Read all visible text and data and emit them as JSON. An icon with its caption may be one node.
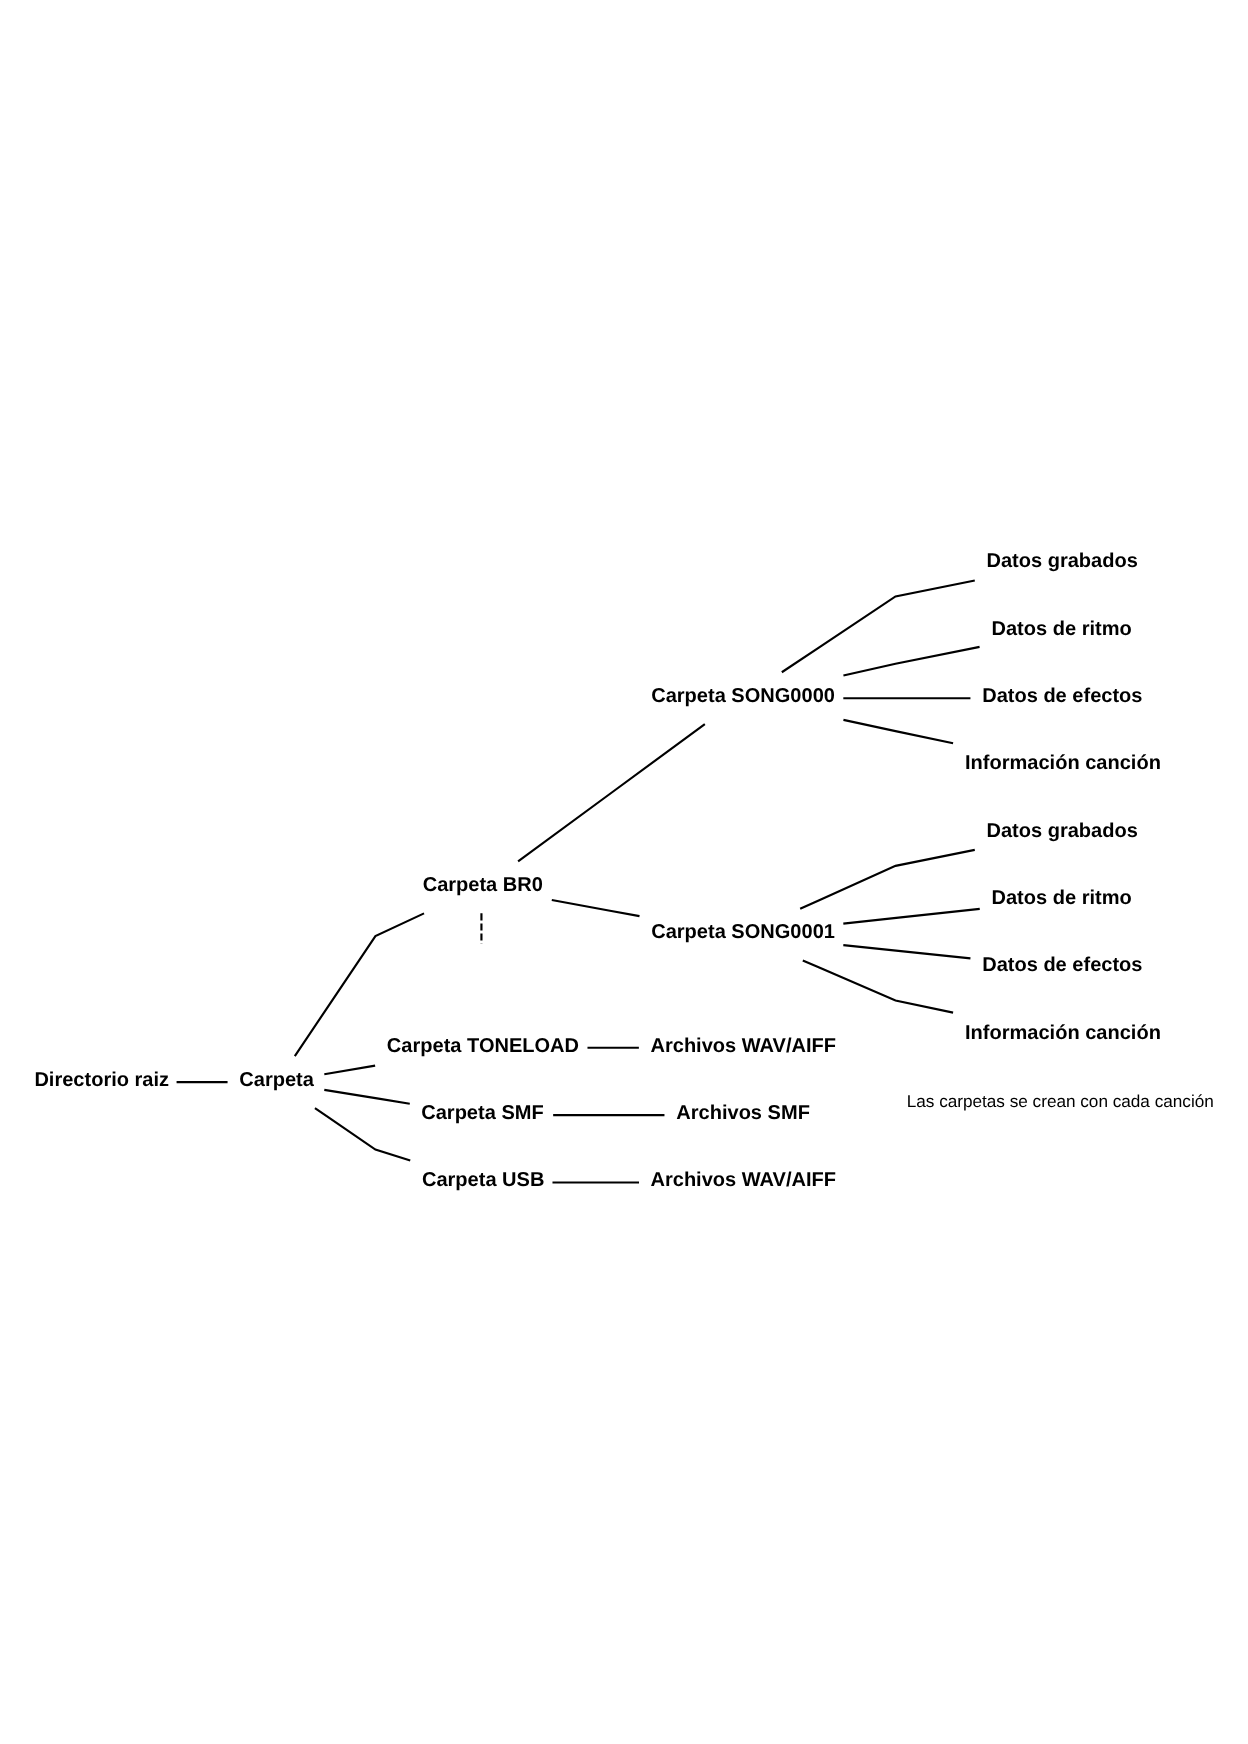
{
  "diagram": {
    "nodes": [
      {
        "text": [
          "Directorio raiz"
        ]
      },
      {
        "text": [
          "Carpeta"
        ]
      },
      {
        "text": [
          "Carpeta BR0"
        ]
      },
      {
        "text": [
          "Carpeta SONG0000"
        ]
      },
      {
        "text": [
          "Datos grabados"
        ]
      },
      {
        "text": [
          "Datos de ritmo"
        ]
      },
      {
        "text": [
          "Datos de efectos"
        ]
      },
      {
        "text": [
          "Información canción"
        ]
      },
      {
        "text": [
          "Carpeta SONG0001"
        ]
      },
      {
        "text": [
          "Datos grabados"
        ]
      },
      {
        "text": [
          "Datos de ritmo"
        ]
      },
      {
        "text": [
          "Datos de efectos"
        ]
      },
      {
        "text": [
          "Información canción"
        ]
      },
      {
        "text": [
          "Carpeta TONELOAD"
        ]
      },
      {
        "text": [
          "Archivos WAV/AIFF"
        ]
      },
      {
        "text": [
          "Carpeta SMF"
        ]
      },
      {
        "text": [
          "Archivos SMF"
        ]
      },
      {
        "text": [
          "Carpeta USB"
        ]
      },
      {
        "text": [
          "Archivos WAV/AIFF"
        ]
      }
    ],
    "edges": [
      {
        "from": 0,
        "to": 1,
        "arrow": "none"
      },
      {
        "from": 1,
        "to": 2,
        "arrow": "none"
      },
      {
        "from": 2,
        "to": 3,
        "arrow": "none"
      },
      {
        "from": 3,
        "to": 4,
        "arrow": "none"
      },
      {
        "from": 3,
        "to": 5,
        "arrow": "none"
      },
      {
        "from": 3,
        "to": 6,
        "arrow": "none"
      },
      {
        "from": 3,
        "to": 7,
        "arrow": "none"
      },
      {
        "from": 2,
        "to": 8,
        "arrow": "none"
      },
      {
        "from": 8,
        "to": 9,
        "arrow": "none"
      },
      {
        "from": 8,
        "to": 10,
        "arrow": "none"
      },
      {
        "from": 8,
        "to": 11,
        "arrow": "none"
      },
      {
        "from": 8,
        "to": 12,
        "arrow": "none"
      },
      {
        "from": 2,
        "to": null,
        "arrow": "none",
        "style": "dashed"
      },
      {
        "from": 1,
        "to": 13,
        "arrow": "none"
      },
      {
        "from": 13,
        "to": 14,
        "arrow": "none"
      },
      {
        "from": 1,
        "to": 15,
        "arrow": "none"
      },
      {
        "from": 15,
        "to": 16,
        "arrow": "none"
      },
      {
        "from": 1,
        "to": 17,
        "arrow": "none"
      },
      {
        "from": 17,
        "to": 18,
        "arrow": "none"
      }
    ],
    "labels": [
      "Las carpetas se crean con cada canción"
    ]
  }
}
